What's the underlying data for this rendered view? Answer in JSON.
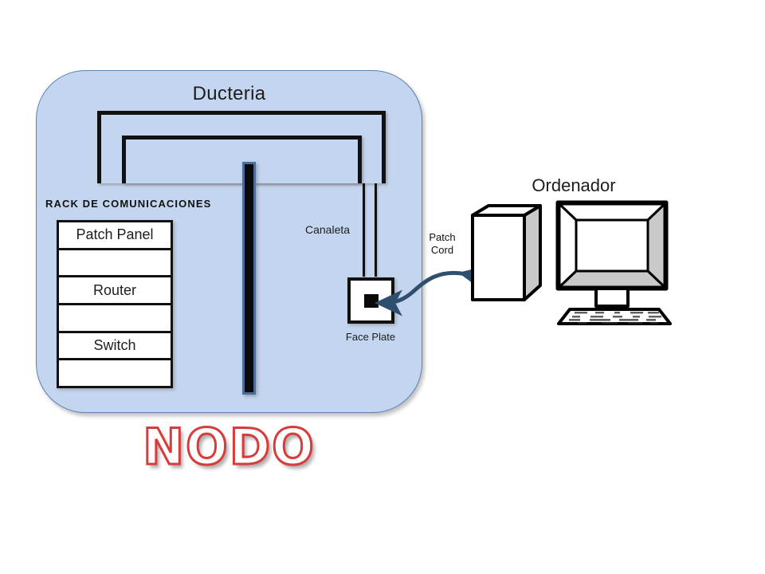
{
  "diagram": {
    "title": "NODO",
    "panel": {
      "label": "Ducteria",
      "fill_color": "#c4d6ef",
      "border_color": "#5b82b4"
    },
    "rack": {
      "label": "RACK DE COMUNICACIONES",
      "rows": [
        {
          "label": "Patch Panel"
        },
        {
          "label": ""
        },
        {
          "label": "Router"
        },
        {
          "label": ""
        },
        {
          "label": "Switch"
        },
        {
          "label": ""
        }
      ]
    },
    "canaleta": {
      "label": "Canaleta"
    },
    "face_plate": {
      "label": "Face Plate"
    },
    "patch_cord": {
      "label": "Patch\nCord",
      "line1": "Patch",
      "line2": "Cord",
      "color": "#2f4f6f"
    },
    "computer": {
      "label": "Ordenador",
      "parts": {
        "tower": "tower-icon",
        "monitor": "monitor-icon",
        "keyboard": "keyboard-icon"
      }
    },
    "colors": {
      "accent_red": "#d93a3a",
      "panel_blue": "#c4d6ef",
      "wall_black": "#0a0a0a",
      "wall_border": "#4c6d9c",
      "arrow_blue": "#2f4f6f"
    }
  }
}
